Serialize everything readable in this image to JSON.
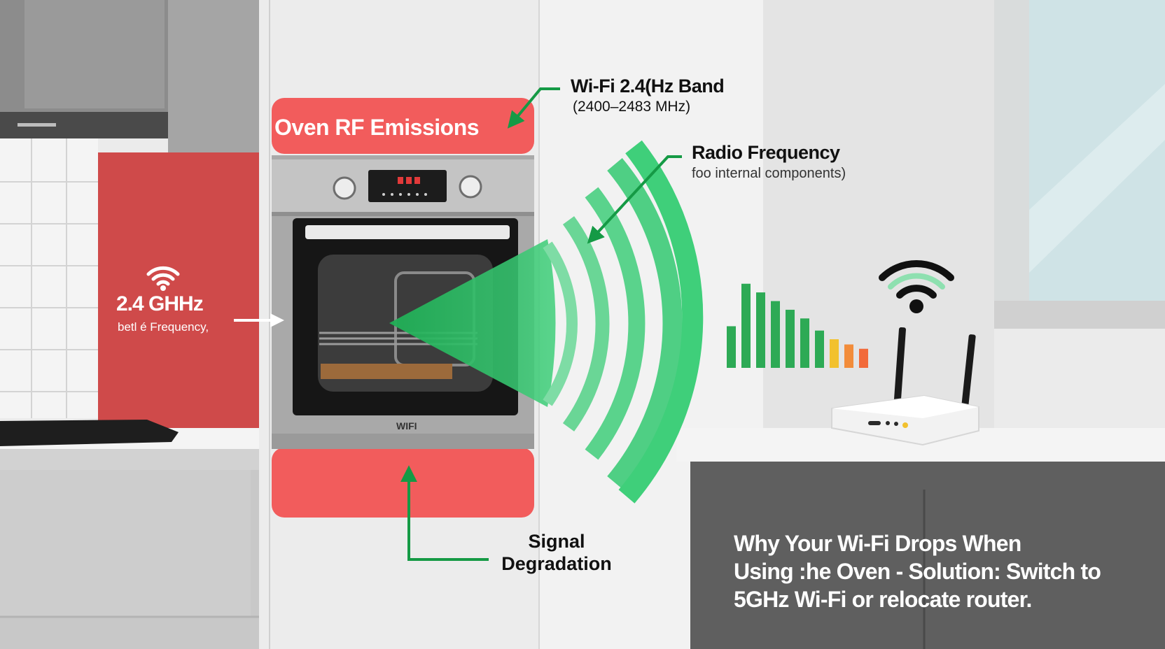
{
  "labels": {
    "oven_header": "Oven RF Emissions",
    "band_title": "Wi-Fi 2.4(Hz Band",
    "band_range": "(2400–2483 MHz)",
    "rf_title": "Radio Frequency",
    "rf_sub": "foo internal components)",
    "freq_main": "2.4 GHHz",
    "freq_sub": "betl é Frequency,",
    "signal_line1": "Signal",
    "signal_line2": "Degradation",
    "oven_brand": "WIFI"
  },
  "caption": {
    "line1": "Why Your Wi-Fi Drops When",
    "line2": "Using :he Oven - Solution: Switch to",
    "line3": "5GHz Wi-Fi or relocate router."
  },
  "signal_bars": {
    "levels": [
      0.48,
      0.97,
      0.87,
      0.77,
      0.67,
      0.57,
      0.43,
      0.33,
      0.27,
      0.22
    ],
    "colors": [
      "#2daa55",
      "#2daa55",
      "#2daa55",
      "#2daa55",
      "#2daa55",
      "#2daa55",
      "#2daa55",
      "#f2c12e",
      "#f28c3a",
      "#f26a3a"
    ]
  },
  "colors": {
    "accent_red": "#f25c5c",
    "wall_red": "#cf4a4a",
    "rf_green": "#3fcf7a",
    "arrow_green": "#159a45",
    "cabinet_dark": "#5f5f5f"
  },
  "icons": {
    "wifi_left": "wifi-icon",
    "wifi_router": "wifi-icon",
    "router": "router-icon"
  }
}
